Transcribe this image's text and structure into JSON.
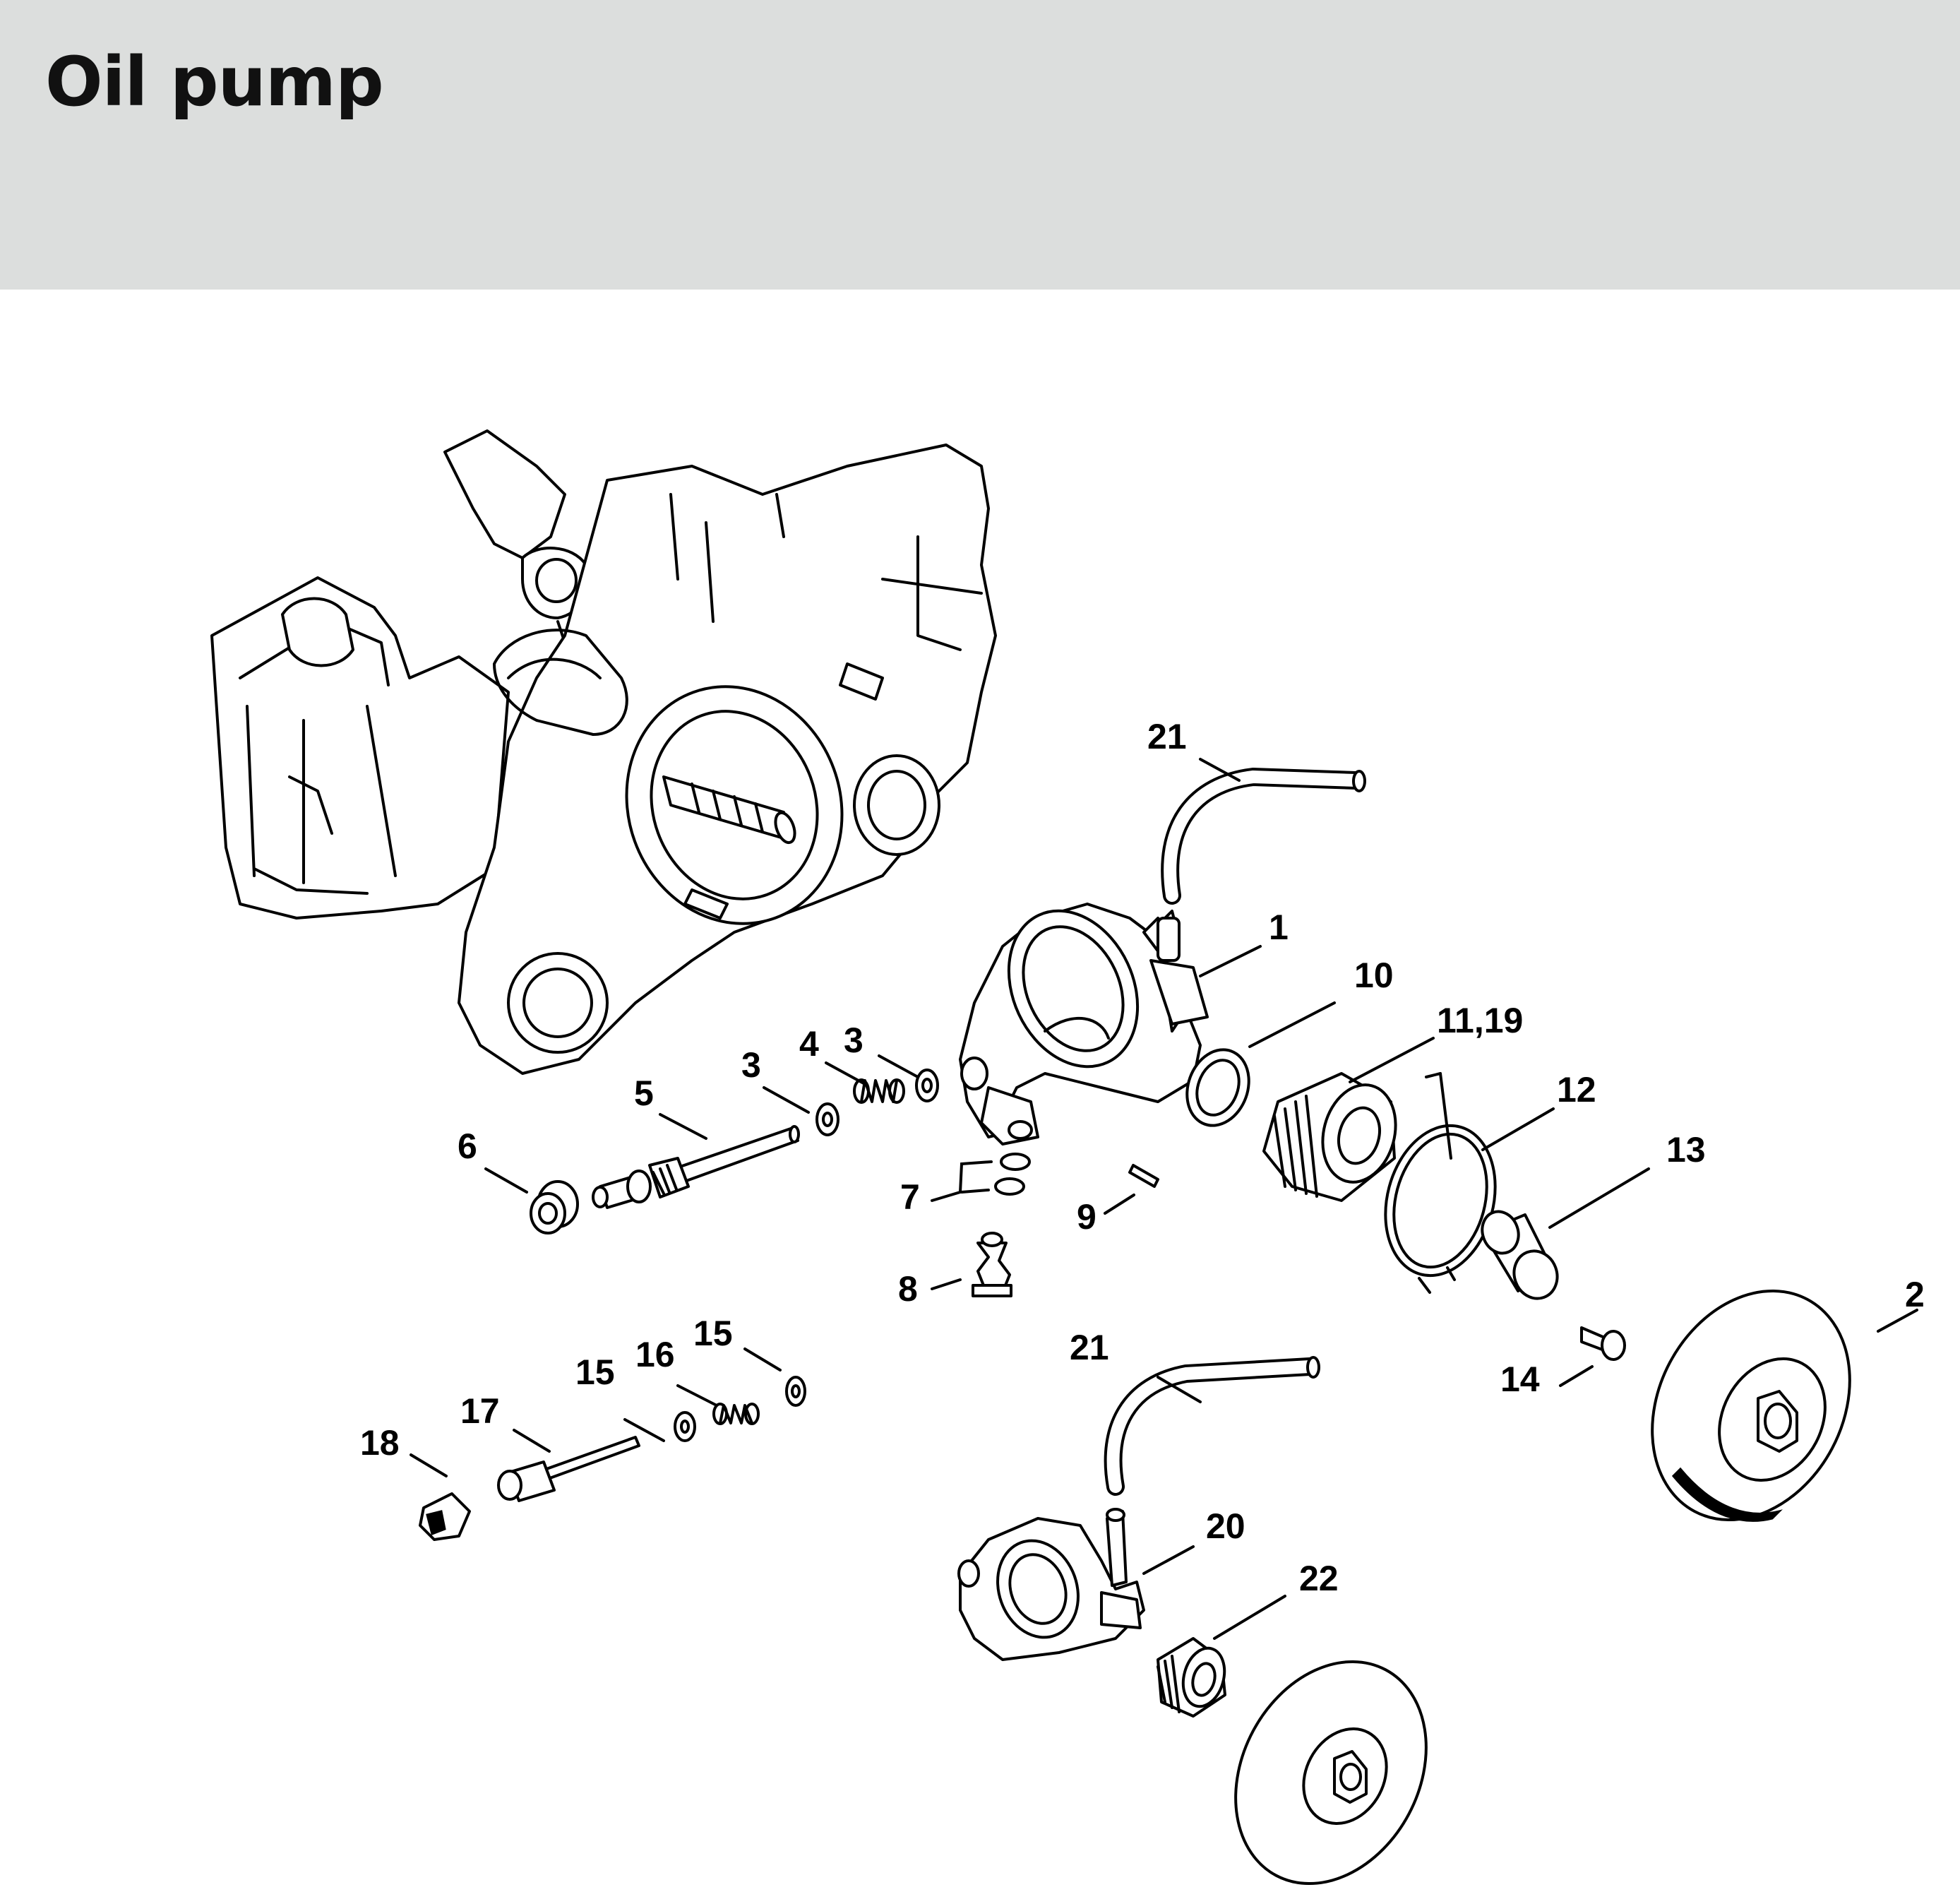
{
  "title": "Oil pump",
  "callouts": {
    "c1": "1",
    "c2": "2",
    "c3a": "3",
    "c3b": "3",
    "c4": "4",
    "c5": "5",
    "c6": "6",
    "c7": "7",
    "c8": "8",
    "c9": "9",
    "c10": "10",
    "c11_19": "11,19",
    "c12": "12",
    "c13": "13",
    "c14": "14",
    "c15a": "15",
    "c15b": "15",
    "c16": "16",
    "c17": "17",
    "c18": "18",
    "c20": "20",
    "c21a": "21",
    "c21b": "21",
    "c22": "22"
  }
}
